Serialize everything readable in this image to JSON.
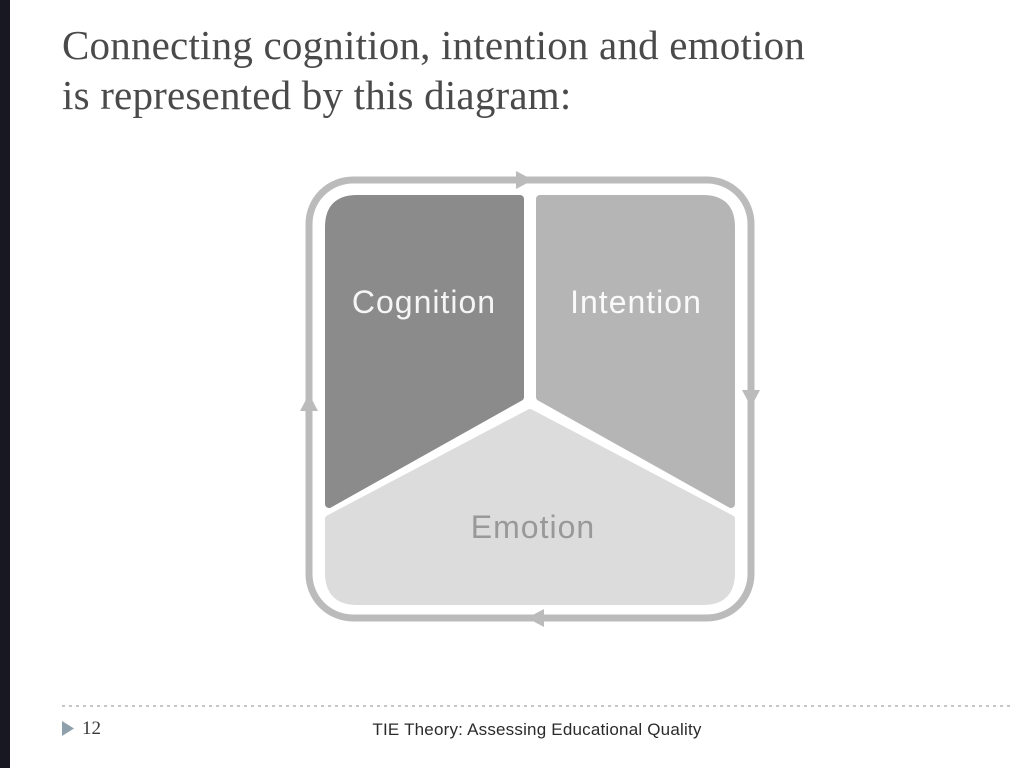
{
  "slide": {
    "title": "Connecting cognition, intention and emotion\nis represented by this diagram:"
  },
  "diagram": {
    "type": "cycle",
    "direction": "clockwise",
    "cycle_color": "#bbbbbb",
    "segments": [
      {
        "label": "Cognition",
        "fill": "#8b8b8b",
        "label_color": "#f5f5f5"
      },
      {
        "label": "Intention",
        "fill": "#b5b5b5",
        "label_color": "#fafafa"
      },
      {
        "label": "Emotion",
        "fill": "#dcdcdc",
        "label_color": "#999999"
      }
    ]
  },
  "footer": {
    "page_number": "12",
    "title": "TIE Theory: Assessing Educational Quality",
    "marker_color": "#8fa0ad"
  }
}
